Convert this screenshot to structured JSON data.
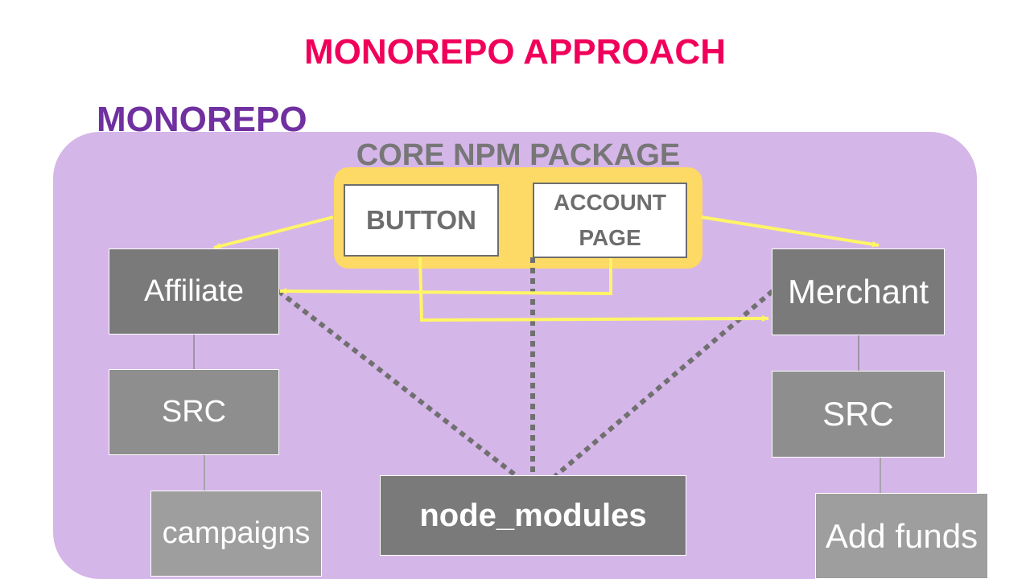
{
  "title": "MONOREPO APPROACH",
  "container_label": "MONOREPO",
  "core_package": {
    "label": "CORE NPM PACKAGE",
    "button": "BUTTON",
    "account_page_line1": "ACCOUNT",
    "account_page_line2": "PAGE"
  },
  "affiliate": {
    "label": "Affiliate",
    "src": "SRC",
    "child": "campaigns"
  },
  "merchant": {
    "label": "Merchant",
    "src": "SRC",
    "child": "Add funds"
  },
  "shared": {
    "label": "node_modules"
  },
  "colors": {
    "title": "#f0005a",
    "container_label": "#7030a0",
    "panel": "#d5b6e8",
    "core_bg": "#fdd965",
    "core_label": "#777777",
    "yellow_arrow": "#fff566",
    "dotted": "#707070",
    "node_dark": "#7a7a7a",
    "node_mid": "#8e8e8e",
    "node_light": "#9e9e9e"
  }
}
